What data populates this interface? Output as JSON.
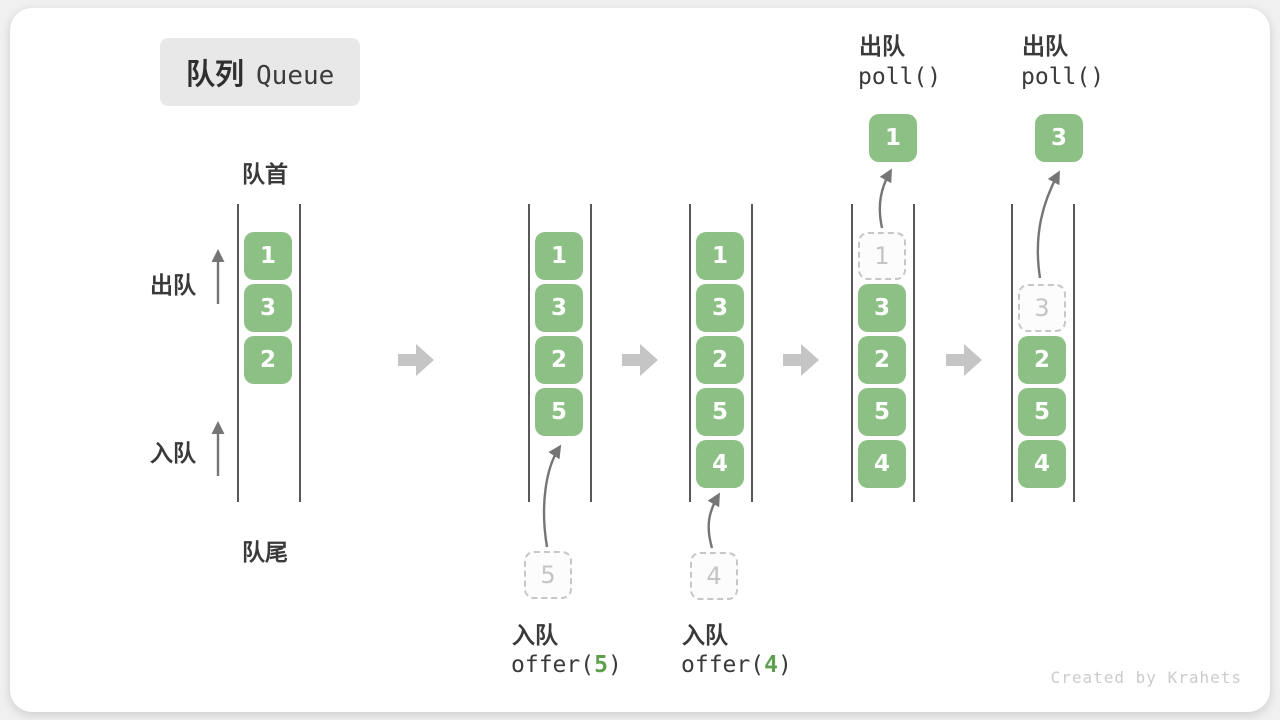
{
  "title": {
    "zh": "队列",
    "en": "Queue"
  },
  "labels": {
    "front": "队首",
    "rear": "队尾",
    "dequeue": "出队",
    "enqueue": "入队"
  },
  "colors": {
    "green": "#8cc084",
    "code-green": "#5ea050",
    "stage-arrow": "#c5c5c5",
    "thin-arrow": "#757575",
    "text": "#3a3a3a",
    "ghost-border": "#c7c7c7",
    "ghost-text": "#c4c4c4",
    "badge-bg": "#e8e8e8",
    "line": "#585858",
    "watermark": "#cbcbcb"
  },
  "stages": [
    {
      "items": [
        "1",
        "3",
        "2"
      ]
    },
    {
      "items": [
        "1",
        "3",
        "2",
        "5"
      ],
      "pending": "5",
      "op_zh": "入队",
      "op_pre": "offer(",
      "op_arg": "5",
      "op_post": ")"
    },
    {
      "items": [
        "1",
        "3",
        "2",
        "5",
        "4"
      ],
      "pending": "4",
      "op_zh": "入队",
      "op_pre": "offer(",
      "op_arg": "4",
      "op_post": ")"
    },
    {
      "ghost": "1",
      "items": [
        "3",
        "2",
        "5",
        "4"
      ],
      "out": "1",
      "op_zh": "出队",
      "op_code": "poll()"
    },
    {
      "ghost": "3",
      "items": [
        "2",
        "5",
        "4"
      ],
      "out": "3",
      "op_zh": "出队",
      "op_code": "poll()"
    }
  ],
  "watermark": "Created by Krahets"
}
